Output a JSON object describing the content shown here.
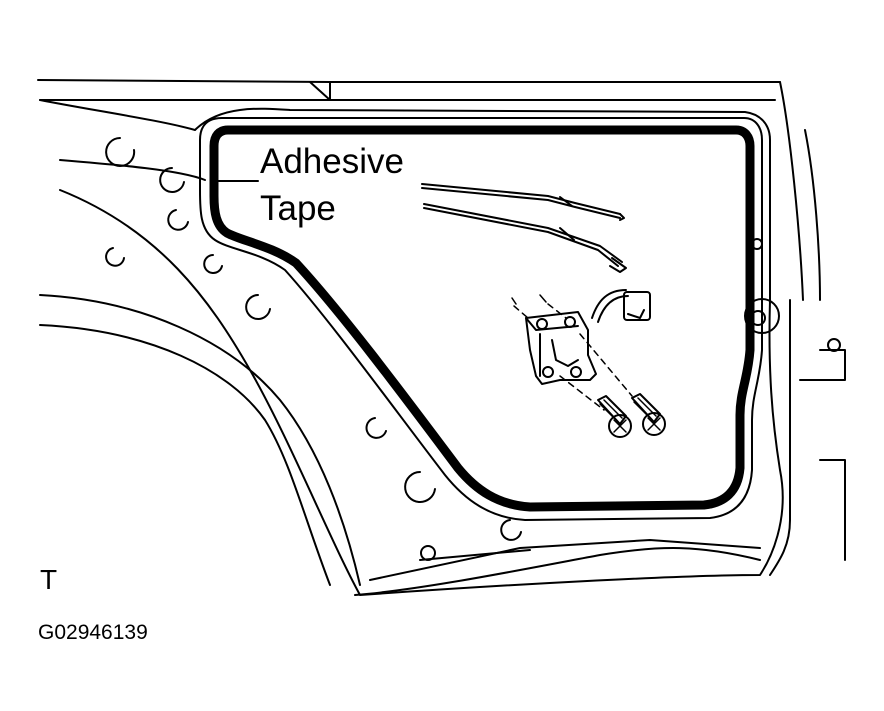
{
  "callout": {
    "line1": "Adhesive",
    "line2": "Tape"
  },
  "corner_mark": "T",
  "figure_code": "G02946139",
  "colors": {
    "ink": "#000000",
    "paper": "#ffffff"
  }
}
